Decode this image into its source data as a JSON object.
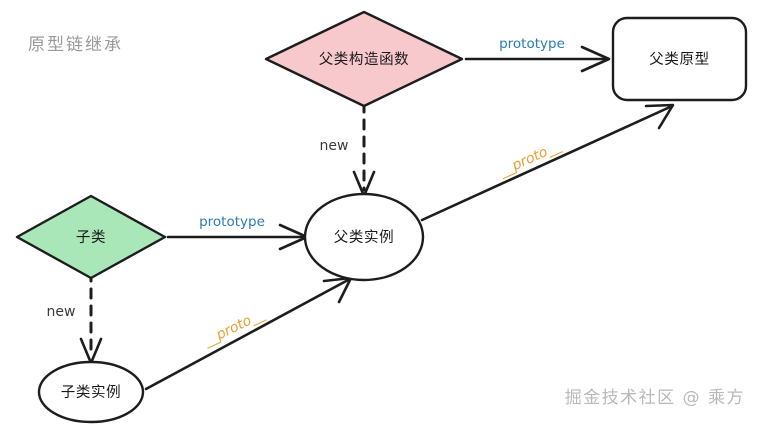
{
  "diagram": {
    "title": "原型链继承",
    "watermark": "掘金技术社区 @ 乘方",
    "colors": {
      "pink_fill": "#f8c9cc",
      "green_fill": "#a9e7b9",
      "white_fill": "#ffffff",
      "stroke": "#1d1d1d",
      "prototype_label": "#2b7bba",
      "new_label": "#3a3a3a",
      "proto_label": "#e8a033",
      "title_gray": "#9a9a9a",
      "watermark_gray": "#b9b9b9"
    },
    "nodes": [
      {
        "id": "parent-constructor",
        "label": "父类构造函数",
        "shape": "diamond",
        "fill": "#f8c9cc"
      },
      {
        "id": "parent-prototype",
        "label": "父类原型",
        "shape": "rounded-rect",
        "fill": "#ffffff"
      },
      {
        "id": "child-constructor",
        "label": "子类",
        "shape": "diamond",
        "fill": "#a9e7b9"
      },
      {
        "id": "parent-instance",
        "label": "父类实例",
        "shape": "ellipse",
        "fill": "#ffffff"
      },
      {
        "id": "child-instance",
        "label": "子类实例",
        "shape": "ellipse",
        "fill": "#ffffff"
      }
    ],
    "edges": [
      {
        "id": "edge-parent-constructor-to-parent-prototype",
        "label": "prototype",
        "from": "parent-constructor",
        "to": "parent-prototype",
        "style": "solid"
      },
      {
        "id": "edge-parent-constructor-to-parent-instance",
        "label": "new",
        "from": "parent-constructor",
        "to": "parent-instance",
        "style": "dashed"
      },
      {
        "id": "edge-child-constructor-to-parent-instance",
        "label": "prototype",
        "from": "child-constructor",
        "to": "parent-instance",
        "style": "solid"
      },
      {
        "id": "edge-child-constructor-to-child-instance",
        "label": "new",
        "from": "child-constructor",
        "to": "child-instance",
        "style": "dashed"
      },
      {
        "id": "edge-parent-instance-to-parent-prototype",
        "label": "__proto__",
        "from": "parent-instance",
        "to": "parent-prototype",
        "style": "solid"
      },
      {
        "id": "edge-child-instance-to-parent-instance",
        "label": "__proto__",
        "from": "child-instance",
        "to": "parent-instance",
        "style": "solid"
      }
    ]
  }
}
